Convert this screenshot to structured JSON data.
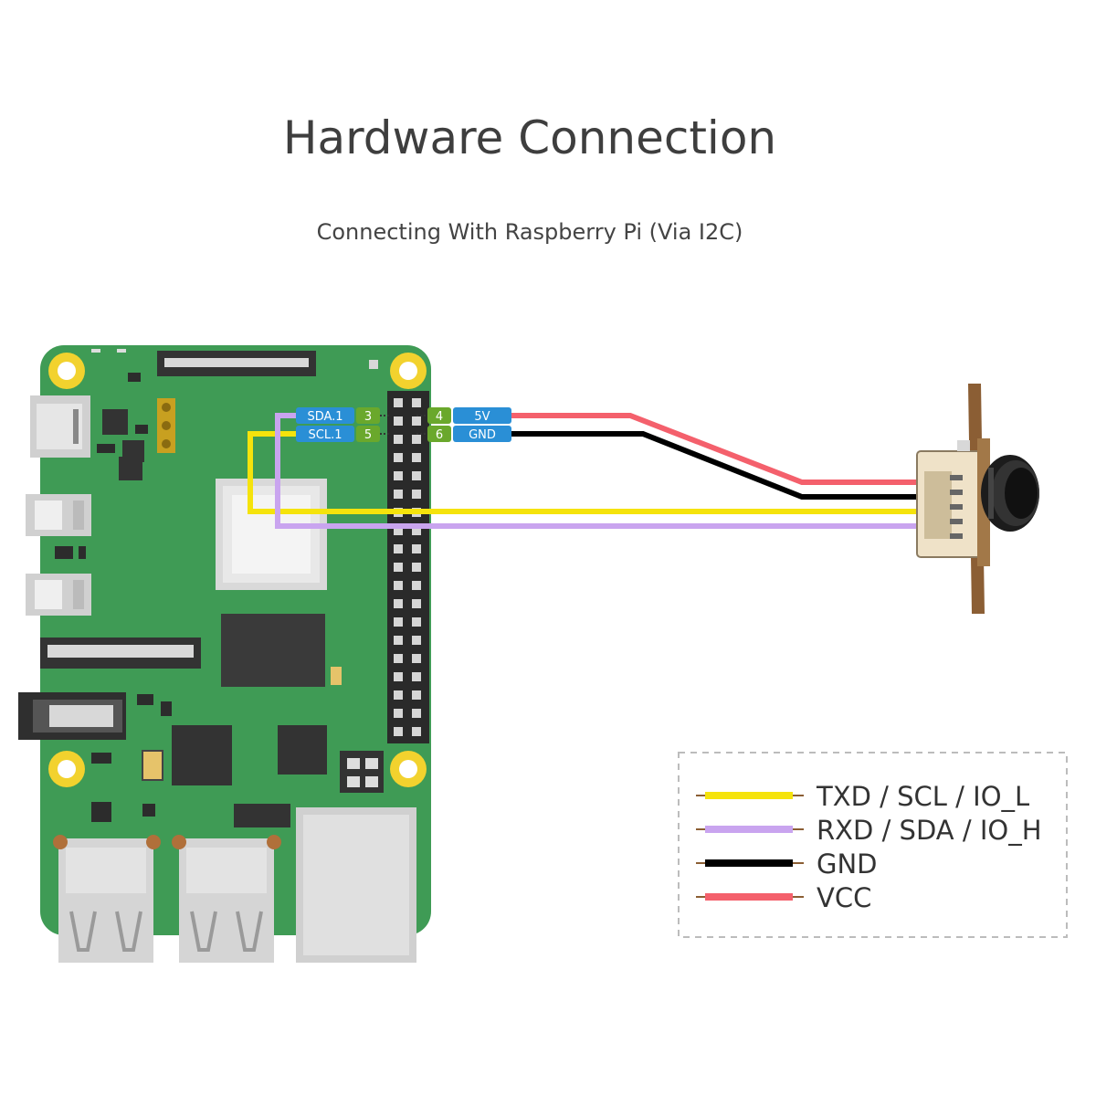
{
  "header": {
    "title": "Hardware Connection",
    "subtitle": "Connecting With Raspberry Pi (Via I2C)"
  },
  "pins": {
    "sda": "SDA.1",
    "scl": "SCL.1",
    "pin3": "3",
    "pin5": "5",
    "pin4": "4",
    "pin6": "6",
    "v5": "5V",
    "gnd": "GND"
  },
  "legend": {
    "items": [
      {
        "label": "TXD / SCL / IO_L",
        "color": "#f5e30c"
      },
      {
        "label": "RXD / SDA / IO_H",
        "color": "#c9a4ef"
      },
      {
        "label": "GND",
        "color": "#000000"
      },
      {
        "label": "VCC",
        "color": "#f4606c"
      }
    ]
  },
  "colors": {
    "board": "#3f9b55",
    "wire_vcc": "#f4606c",
    "wire_gnd": "#000000",
    "wire_scl": "#f5e30c",
    "wire_sda": "#c9a4ef",
    "pin_label_blue": "#2a8fd6",
    "pin_number_green": "#6aa82c"
  }
}
